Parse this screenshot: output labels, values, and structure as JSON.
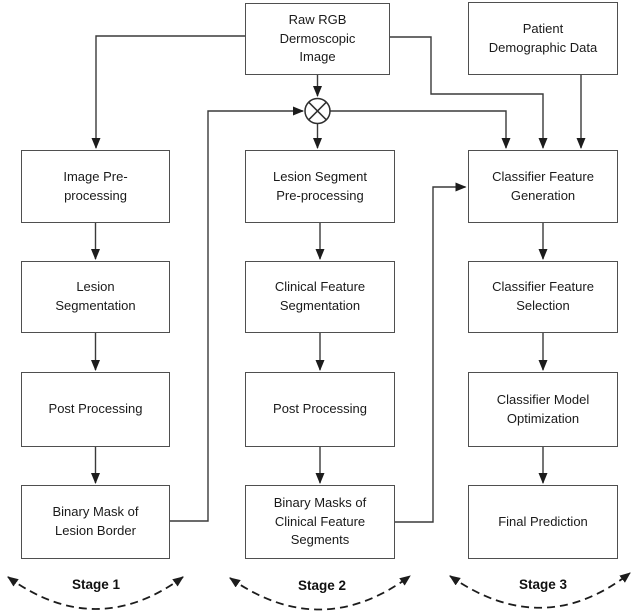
{
  "figure": {
    "type": "flowchart",
    "top_nodes": {
      "raw_rgb_label": "Raw RGB\nDermoscopic\nImage",
      "patient_label": "Patient\nDemographic Data"
    },
    "stages": [
      {
        "label": "Stage 1",
        "boxes": [
          "Image Pre-\nprocessing",
          "Lesion\nSegmentation",
          "Post Processing",
          "Binary Mask of\nLesion Border"
        ]
      },
      {
        "label": "Stage 2",
        "boxes": [
          "Lesion Segment\nPre-processing",
          "Clinical Feature\nSegmentation",
          "Post Processing",
          "Binary Masks of\nClinical Feature\nSegments"
        ]
      },
      {
        "label": "Stage 3",
        "boxes": [
          "Classifier Feature\nGeneration",
          "Classifier Feature\nSelection",
          "Classifier Model\nOptimization",
          "Final Prediction"
        ]
      }
    ],
    "icons": {
      "fusion_operator": "circled-times"
    },
    "colors": {
      "line": "#3a3a3a",
      "box_border": "#4f4f4f",
      "text": "#1a1a1a",
      "background": "#ffffff"
    }
  }
}
